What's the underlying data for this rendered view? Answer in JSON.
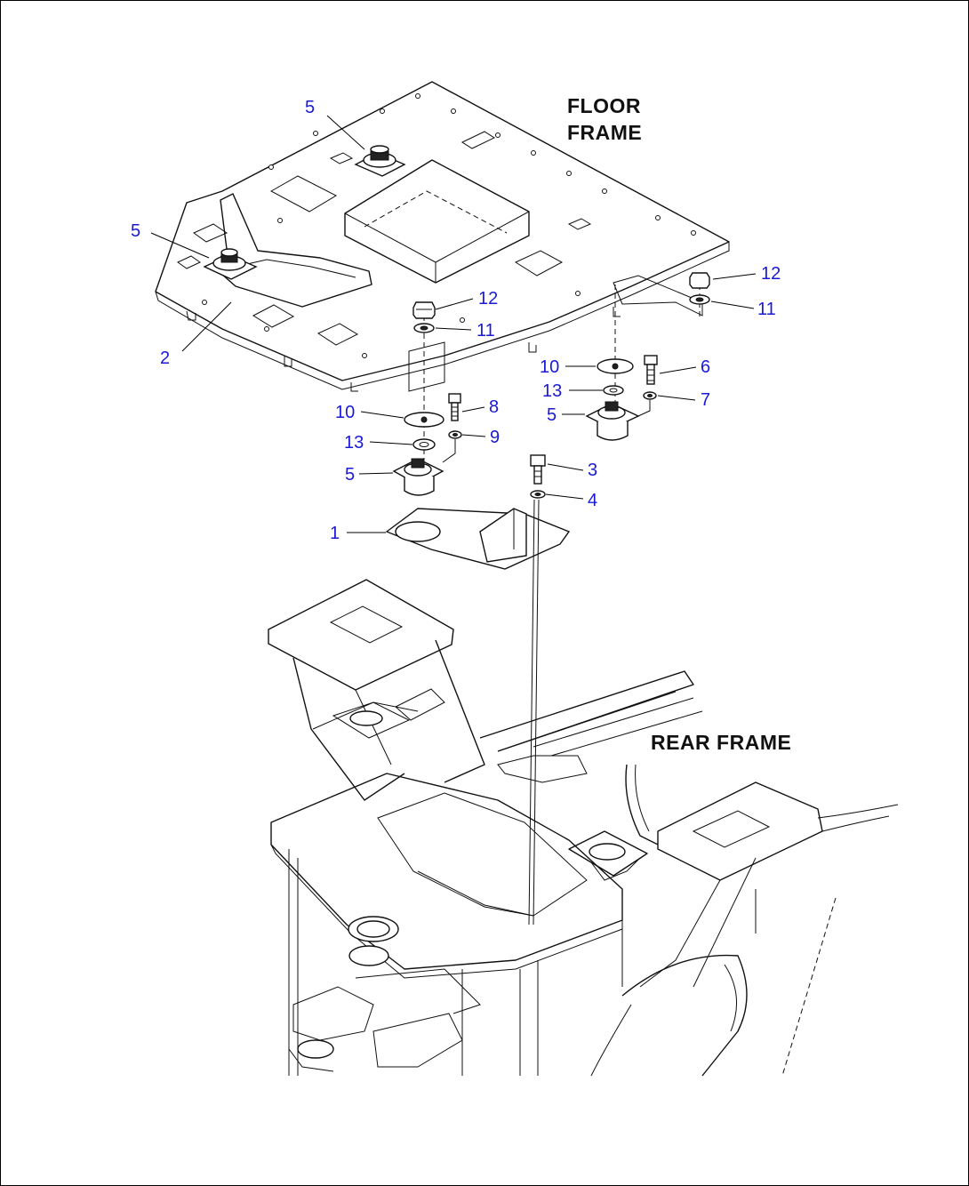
{
  "labels": {
    "floor_frame": [
      "FLOOR",
      "FRAME"
    ],
    "rear_frame": "REAR FRAME"
  },
  "callouts": [
    "5",
    "5",
    "2",
    "12",
    "11",
    "12",
    "11",
    "10",
    "6",
    "13",
    "7",
    "5",
    "10",
    "8",
    "13",
    "9",
    "5",
    "3",
    "4",
    "1"
  ],
  "colors": {
    "callout": "#1a1ad6",
    "line": "#111111"
  }
}
